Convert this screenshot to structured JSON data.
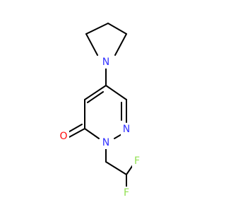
{
  "molecule": {
    "atoms": [
      {
        "id": "n_pyr",
        "element": "N",
        "label": "N",
        "color": "#3333ff"
      },
      {
        "id": "o_carbonyl",
        "element": "O",
        "label": "O",
        "color": "#ff0d0d"
      },
      {
        "id": "n2",
        "element": "N",
        "label": "N",
        "color": "#3333ff"
      },
      {
        "id": "n1",
        "element": "N",
        "label": "N",
        "color": "#3333ff"
      },
      {
        "id": "f_top",
        "element": "F",
        "label": "F",
        "color": "#90e050"
      },
      {
        "id": "f_bottom",
        "element": "F",
        "label": "F",
        "color": "#90e050"
      }
    ]
  }
}
